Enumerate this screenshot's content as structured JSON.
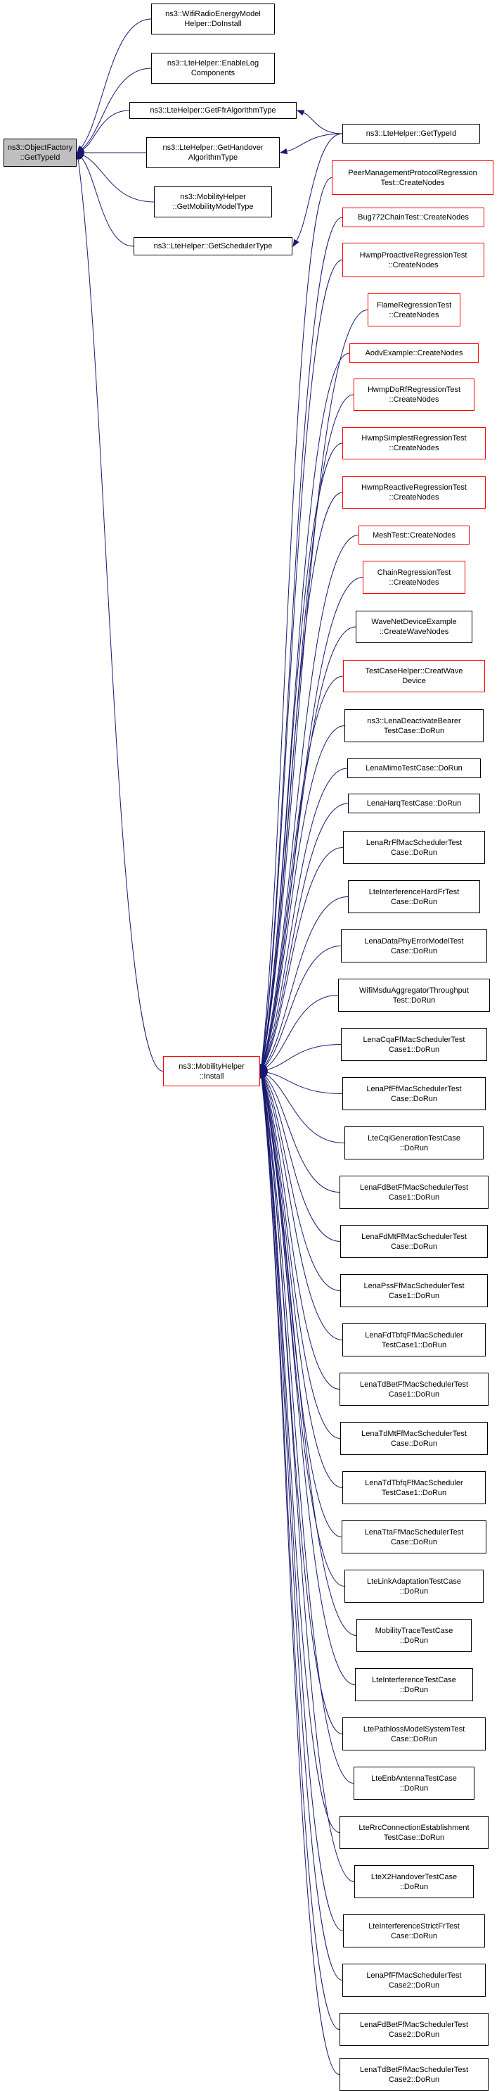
{
  "colors": {
    "edge": "#191970",
    "node_border": "#000000",
    "truncated_border": "#ff0000",
    "focus_fill": "#bfbfbf"
  },
  "nodes": {
    "object_factory": [
      "ns3::ObjectFactory",
      "::GetTypeId"
    ],
    "wifi_radio": [
      "ns3::WifiRadioEnergyModel",
      "Helper::DoInstall"
    ],
    "enable_log": [
      "ns3::LteHelper::EnableLog",
      "Components"
    ],
    "get_ffr": [
      "ns3::LteHelper::GetFfrAlgorithmType"
    ],
    "get_handover": [
      "ns3::LteHelper::GetHandover",
      "AlgorithmType"
    ],
    "mobility_model": [
      "ns3::MobilityHelper",
      "::GetMobilityModelType"
    ],
    "get_scheduler": [
      "ns3::LteHelper::GetSchedulerType"
    ],
    "lte_get_typeid": [
      "ns3::LteHelper::GetTypeId"
    ],
    "mobility_install": [
      "ns3::MobilityHelper",
      "::Install"
    ],
    "peer_mgmt": [
      "PeerManagementProtocolRegression",
      "Test::CreateNodes"
    ],
    "bug772": [
      "Bug772ChainTest::CreateNodes"
    ],
    "hwmp_proactive": [
      "HwmpProactiveRegressionTest",
      "::CreateNodes"
    ],
    "flame": [
      "FlameRegressionTest",
      "::CreateNodes"
    ],
    "aodv": [
      "AodvExample::CreateNodes"
    ],
    "hwmp_do_rf": [
      "HwmpDoRfRegressionTest",
      "::CreateNodes"
    ],
    "hwmp_simplest": [
      "HwmpSimplestRegressionTest",
      "::CreateNodes"
    ],
    "hwmp_reactive": [
      "HwmpReactiveRegressionTest",
      "::CreateNodes"
    ],
    "mesh_test": [
      "MeshTest::CreateNodes"
    ],
    "chain_regression": [
      "ChainRegressionTest",
      "::CreateNodes"
    ],
    "wave_net": [
      "WaveNetDeviceExample",
      "::CreateWaveNodes"
    ],
    "test_case_helper": [
      "TestCaseHelper::CreatWave",
      "Device"
    ],
    "lena_deactivate": [
      "ns3::LenaDeactivateBearer",
      "TestCase::DoRun"
    ],
    "lena_mimo": [
      "LenaMimoTestCase::DoRun"
    ],
    "lena_harq": [
      "LenaHarqTestCase::DoRun"
    ],
    "lena_rr": [
      "LenaRrFfMacSchedulerTest",
      "Case::DoRun"
    ],
    "lte_interference_hard": [
      "LteInterferenceHardFrTest",
      "Case::DoRun"
    ],
    "lena_data_phy": [
      "LenaDataPhyErrorModelTest",
      "Case::DoRun"
    ],
    "wifi_msdu": [
      "WifiMsduAggregatorThroughput",
      "Test::DoRun"
    ],
    "lena_cqa": [
      "LenaCqaFfMacSchedulerTest",
      "Case1::DoRun"
    ],
    "lena_pf": [
      "LenaPfFfMacSchedulerTest",
      "Case::DoRun"
    ],
    "lte_cqi": [
      "LteCqiGenerationTestCase",
      "::DoRun"
    ],
    "lena_fd_bet": [
      "LenaFdBetFfMacSchedulerTest",
      "Case1::DoRun"
    ],
    "lena_fd_mt": [
      "LenaFdMtFfMacSchedulerTest",
      "Case::DoRun"
    ],
    "lena_pss": [
      "LenaPssFfMacSchedulerTest",
      "Case1::DoRun"
    ],
    "lena_fd_tbfq": [
      "LenaFdTbfqFfMacScheduler",
      "TestCase1::DoRun"
    ],
    "lena_td_bet": [
      "LenaTdBetFfMacSchedulerTest",
      "Case1::DoRun"
    ],
    "lena_td_mt": [
      "LenaTdMtFfMacSchedulerTest",
      "Case::DoRun"
    ],
    "lena_td_tbfq": [
      "LenaTdTbfqFfMacScheduler",
      "TestCase1::DoRun"
    ],
    "lena_tta": [
      "LenaTtaFfMacSchedulerTest",
      "Case::DoRun"
    ],
    "lte_link_adapt": [
      "LteLinkAdaptationTestCase",
      "::DoRun"
    ],
    "mobility_trace": [
      "MobilityTraceTestCase",
      "::DoRun"
    ],
    "lte_interference": [
      "LteInterferenceTestCase",
      "::DoRun"
    ],
    "lte_pathloss": [
      "LtePathlossModelSystemTest",
      "Case::DoRun"
    ],
    "lte_enb_antenna": [
      "LteEnbAntennaTestCase",
      "::DoRun"
    ],
    "lte_rrc": [
      "LteRrcConnectionEstablishment",
      "TestCase::DoRun"
    ],
    "lte_x2": [
      "LteX2HandoverTestCase",
      "::DoRun"
    ],
    "lte_interference_strict": [
      "LteInterferenceStrictFrTest",
      "Case::DoRun"
    ],
    "lena_pf2": [
      "LenaPfFfMacSchedulerTest",
      "Case2::DoRun"
    ],
    "lena_fd_bet2": [
      "LenaFdBetFfMacSchedulerTest",
      "Case2::DoRun"
    ],
    "lena_td_bet2": [
      "LenaTdBetFfMacSchedulerTest",
      "Case2::DoRun"
    ]
  }
}
